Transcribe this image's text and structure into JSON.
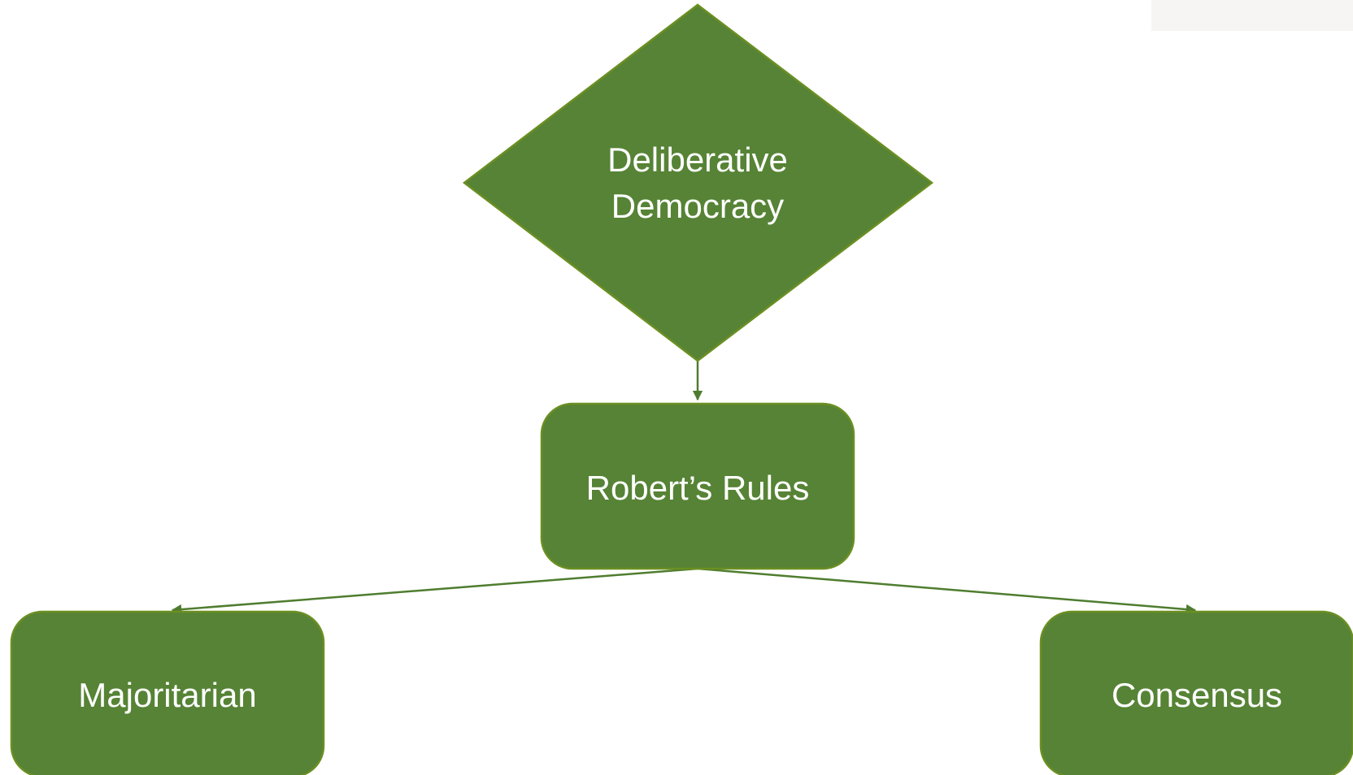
{
  "diagram": {
    "type": "flowchart",
    "colors": {
      "node_fill": "#568335",
      "node_stroke": "#6b8f22",
      "edge": "#4f7d2f",
      "text": "#ffffff"
    },
    "nodes": [
      {
        "id": "deliberative-democracy",
        "shape": "diamond",
        "label": "Deliberative\nDemocracy"
      },
      {
        "id": "roberts-rules",
        "shape": "rounded-rect",
        "label": "Robert’s Rules"
      },
      {
        "id": "majoritarian",
        "shape": "rounded-rect",
        "label": "Majoritarian"
      },
      {
        "id": "consensus",
        "shape": "rounded-rect",
        "label": "Consensus"
      }
    ],
    "edges": [
      {
        "from": "deliberative-democracy",
        "to": "roberts-rules"
      },
      {
        "from": "roberts-rules",
        "to": "majoritarian"
      },
      {
        "from": "roberts-rules",
        "to": "consensus"
      }
    ]
  }
}
